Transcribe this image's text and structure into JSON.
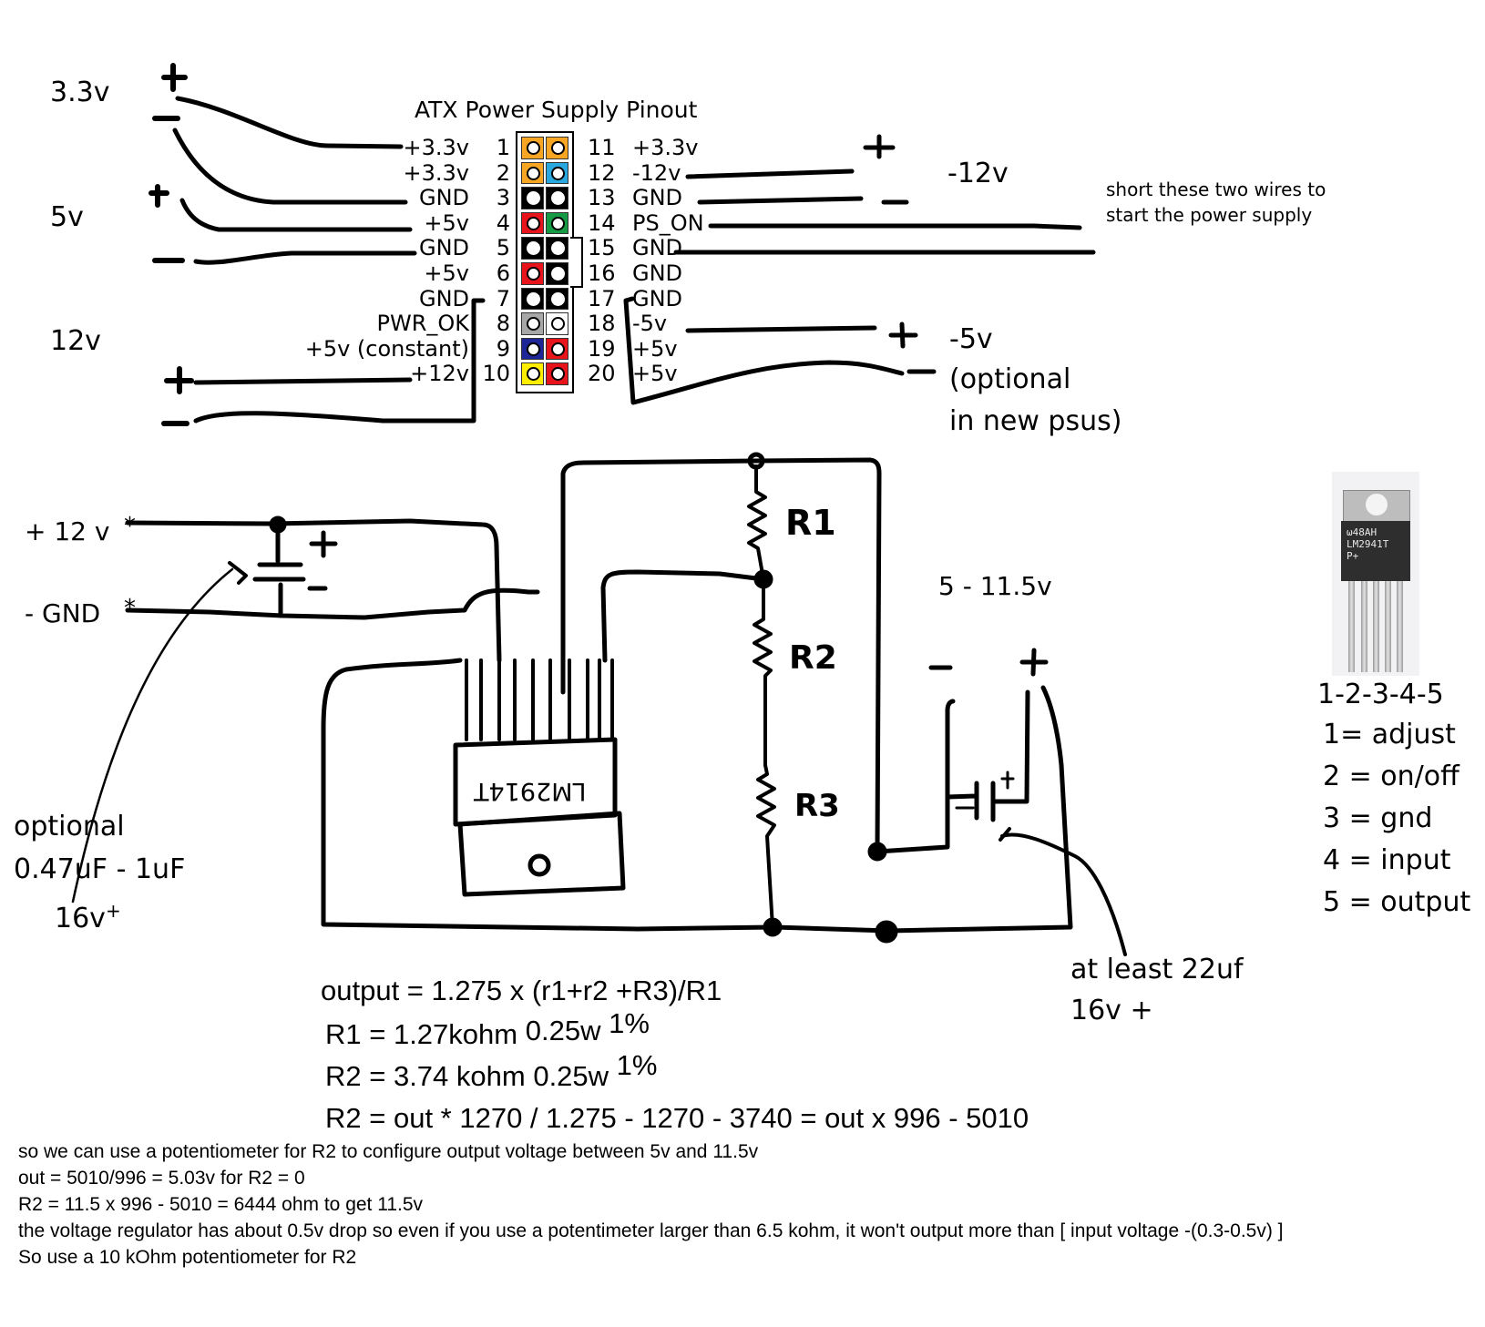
{
  "pinout": {
    "title": "ATX Power Supply Pinout",
    "left_pins": [
      {
        "num": "1",
        "label": "+3.3v",
        "color": "#f6a623",
        "hole": "open"
      },
      {
        "num": "2",
        "label": "+3.3v",
        "color": "#f6a623",
        "hole": "open"
      },
      {
        "num": "3",
        "label": "GND",
        "color": "#000000",
        "hole": "filled"
      },
      {
        "num": "4",
        "label": "+5v",
        "color": "#e8141b",
        "hole": "open"
      },
      {
        "num": "5",
        "label": "GND",
        "color": "#000000",
        "hole": "filled"
      },
      {
        "num": "6",
        "label": "+5v",
        "color": "#e8141b",
        "hole": "open"
      },
      {
        "num": "7",
        "label": "GND",
        "color": "#000000",
        "hole": "filled"
      },
      {
        "num": "8",
        "label": "PWR_OK",
        "color": "#a7a7a7",
        "hole": "open"
      },
      {
        "num": "9",
        "label": "+5v (constant)",
        "color": "#1d2597",
        "hole": "open"
      },
      {
        "num": "10",
        "label": "+12v",
        "color": "#ffee00",
        "hole": "open"
      }
    ],
    "right_pins": [
      {
        "num": "11",
        "label": "+3.3v",
        "color": "#f6a623",
        "hole": "open"
      },
      {
        "num": "12",
        "label": "-12v",
        "color": "#29a8e0",
        "hole": "open"
      },
      {
        "num": "13",
        "label": "GND",
        "color": "#000000",
        "hole": "filled"
      },
      {
        "num": "14",
        "label": "PS_ON",
        "color": "#179a44",
        "hole": "open"
      },
      {
        "num": "15",
        "label": "GND",
        "color": "#000000",
        "hole": "filled"
      },
      {
        "num": "16",
        "label": "GND",
        "color": "#000000",
        "hole": "filled"
      },
      {
        "num": "17",
        "label": "GND",
        "color": "#000000",
        "hole": "filled"
      },
      {
        "num": "18",
        "label": "-5v",
        "color": "#ffffff",
        "hole": "open"
      },
      {
        "num": "19",
        "label": "+5v",
        "color": "#e8141b",
        "hole": "open"
      },
      {
        "num": "20",
        "label": "+5v",
        "color": "#e8141b",
        "hole": "open"
      }
    ]
  },
  "rails": {
    "v33": "3.3v",
    "v5": "5v",
    "v12": "12v",
    "neg12": "-12v",
    "neg5": "-5v",
    "neg5_note_1": "(optional",
    "neg5_note_2": "in new psus)"
  },
  "polarity": {
    "plus": "+",
    "minus": "—"
  },
  "ps_on_note": [
    "short these two wires to",
    "start the power supply"
  ],
  "circuit": {
    "input_plus": "+ 12 v",
    "input_minus": "- GND",
    "star": "*",
    "input_cap_note": [
      "optional",
      "0.47uF - 1uF",
      "16v"
    ],
    "input_cap_plus": "+",
    "regulator_label": "LM2914T",
    "r1": "R1",
    "r2": "R2",
    "r3": "R3",
    "output_range": "5 - 11.5v",
    "out_minus": "–",
    "out_plus": "+",
    "output_cap_note": [
      "at least 22uf",
      "16v +"
    ]
  },
  "chip_photo": {
    "markings": [
      "ω48AH",
      "LM2941T",
      "P+"
    ],
    "pin_order": "1-2-3-4-5",
    "pins": [
      "1= adjust",
      "2 = on/off",
      "3 = gnd",
      "4 = input",
      "5 = output"
    ]
  },
  "formulas": {
    "output": "output = 1.275 x (r1+r2 +R3)/R1",
    "r1_value": "R1 = 1.27kohm",
    "r1_rating": "0.25w",
    "r1_tol": "1%",
    "r2_value": "R2 =  3.74 kohm 0.25w",
    "r2_tol": "1%",
    "r2_formula": "R2 = out * 1270 / 1.275 - 1270 - 3740 = out  x 996 - 5010"
  },
  "notes": [
    "so we can use a potentiometer for R2 to configure output voltage between 5v and 11.5v",
    "out  = 5010/996 = 5.03v for R2 = 0",
    "R2 = 11.5 x 996 - 5010 = 6444 ohm to get 11.5v",
    "the voltage regulator has about 0.5v drop so even if you use a potentimeter larger than 6.5 kohm, it won't output more than [ input voltage -(0.3-0.5v) ]",
    "So use a  10 kOhm potentiometer for R2"
  ]
}
